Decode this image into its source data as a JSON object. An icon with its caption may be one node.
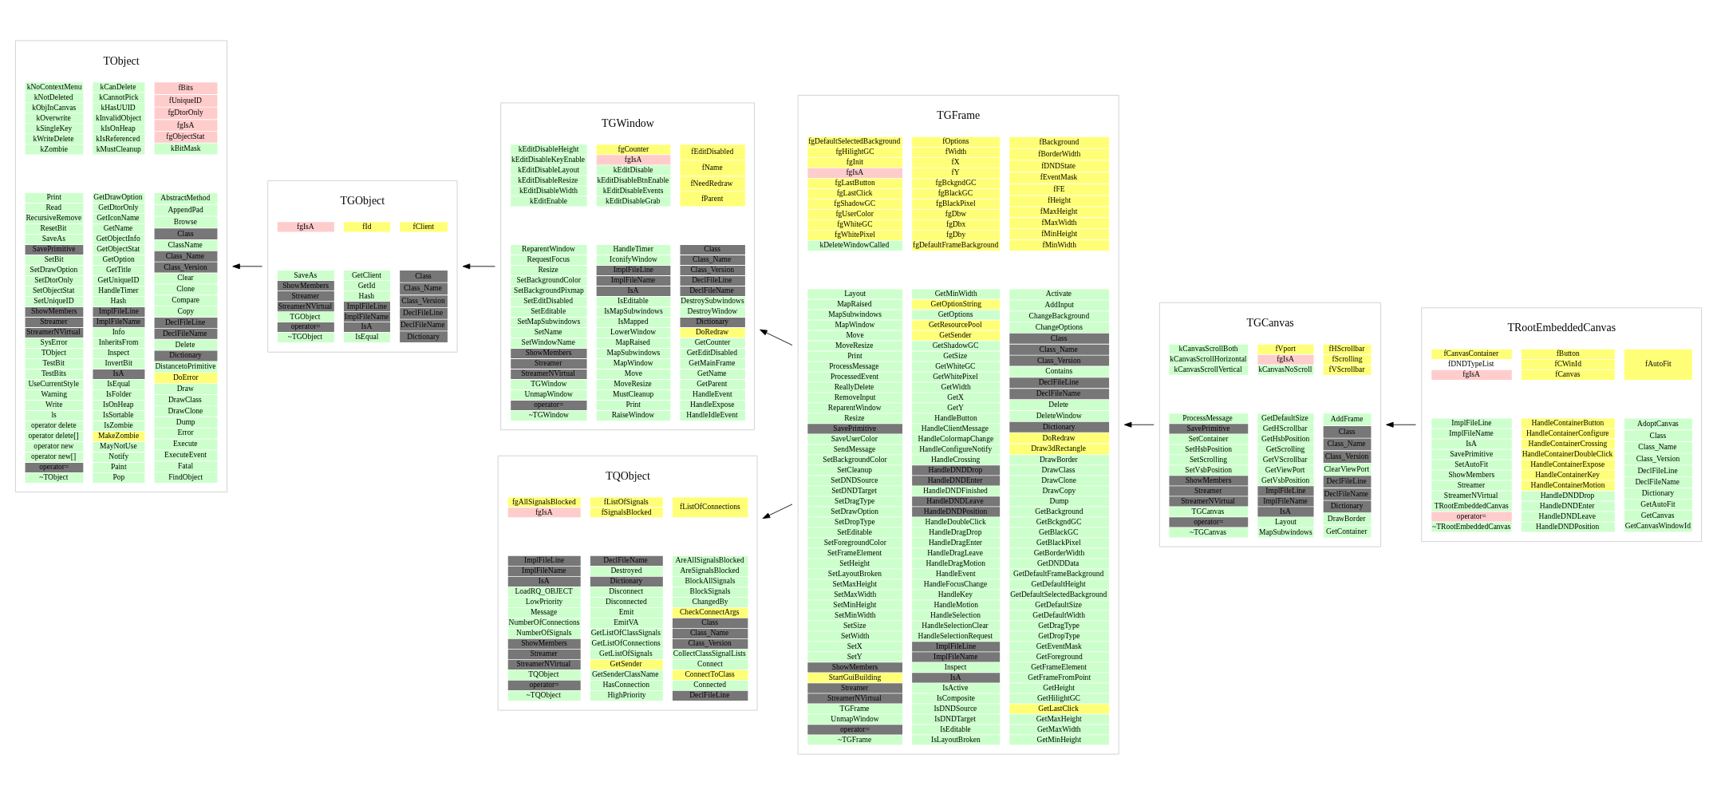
{
  "diagram": {
    "nodes": [
      {
        "text": [
          "TObject",
          "kNoContextMenu",
          "kNotDeleted",
          "kObjInCanvas",
          "kOverwrite",
          "kSingleKey",
          "kWriteDelete",
          "kZombie",
          "kCanDelete",
          "kCannotPick",
          "kHasUUID",
          "kInvalidObject",
          "kIsOnHeap",
          "kIsReferenced",
          "kMustCleanup",
          "fBits",
          "fUniqueID",
          "fgDtorOnly",
          "fgIsA",
          "fgObjectStat",
          "kBitMask",
          "Print",
          "Read",
          "RecursiveRemove",
          "ResetBit",
          "SaveAs",
          "SavePrimitive",
          "SetBit",
          "SetDrawOption",
          "SetDtorOnly",
          "SetObjectStat",
          "SetUniqueID",
          "ShowMembers",
          "Streamer",
          "StreamerNVirtual",
          "SysError",
          "TObject",
          "TestBit",
          "TestBits",
          "UseCurrentStyle",
          "Warning",
          "Write",
          "ls",
          "operator delete",
          "operator delete[]",
          "operator new",
          "operator new[]",
          "operator=",
          "~TObject",
          "GetDrawOption",
          "GetDtorOnly",
          "GetIconName",
          "GetName",
          "GetObjectInfo",
          "GetObjectStat",
          "GetOption",
          "GetTitle",
          "GetUniqueID",
          "HandleTimer",
          "Hash",
          "ImplFileLine",
          "ImplFileName",
          "Info",
          "InheritsFrom",
          "Inspect",
          "InvertBit",
          "IsA",
          "IsEqual",
          "IsFolder",
          "IsOnHeap",
          "IsSortable",
          "IsZombie",
          "MakeZombie",
          "MayNotUse",
          "Notify",
          "Paint",
          "Pop",
          "AbstractMethod",
          "AppendPad",
          "Browse",
          "Class",
          "ClassName",
          "Class_Name",
          "Class_Version",
          "Clear",
          "Clone",
          "Compare",
          "Copy",
          "DeclFileLine",
          "DeclFileName",
          "Delete",
          "Dictionary",
          "DistancetoPrimitive",
          "DoError",
          "Draw",
          "DrawClass",
          "DrawClone",
          "Dump",
          "Error",
          "Execute",
          "ExecuteEvent",
          "Fatal",
          "FindObject"
        ]
      },
      {
        "text": [
          "TGObject",
          "fgIsA",
          "fId",
          "fClient",
          "SaveAs",
          "ShowMembers",
          "Streamer",
          "StreamerNVirtual",
          "TGObject",
          "operator=",
          "~TGObject",
          "GetClient",
          "GetId",
          "Hash",
          "ImplFileLine",
          "ImplFileName",
          "IsA",
          "IsEqual",
          "Class",
          "Class_Name",
          "Class_Version",
          "DeclFileLine",
          "DeclFileName",
          "Dictionary"
        ]
      },
      {
        "text": [
          "TGWindow",
          "kEditDisableHeight",
          "kEditDisableKeyEnable",
          "kEditDisableLayout",
          "kEditDisableResize",
          "kEditDisableWidth",
          "kEditEnable",
          "fgCounter",
          "fgIsA",
          "kEditDisable",
          "kEditDisableBtnEnable",
          "kEditDisableEvents",
          "kEditDisableGrab",
          "fEditDisabled",
          "fName",
          "fNeedRedraw",
          "fParent",
          "ReparentWindow",
          "RequestFocus",
          "Resize",
          "SetBackgroundColor",
          "SetBackgroundPixmap",
          "SetEditDisabled",
          "SetEditable",
          "SetMapSubwindows",
          "SetName",
          "SetWindowName",
          "ShowMembers",
          "Streamer",
          "StreamerNVirtual",
          "TGWindow",
          "UnmapWindow",
          "operator=",
          "~TGWindow",
          "HandleTimer",
          "IconifyWindow",
          "ImplFileLine",
          "ImplFileName",
          "IsA",
          "IsEditable",
          "IsMapSubwindows",
          "IsMapped",
          "LowerWindow",
          "MapRaised",
          "MapSubwindows",
          "MapWindow",
          "Move",
          "MoveResize",
          "MustCleanup",
          "Print",
          "RaiseWindow",
          "Class",
          "Class_Name",
          "Class_Version",
          "DeclFileLine",
          "DeclFileName",
          "DestroySubwindows",
          "DestroyWindow",
          "Dictionary",
          "DoRedraw",
          "GetCounter",
          "GetEditDisabled",
          "GetMainFrame",
          "GetName",
          "GetParent",
          "HandleEvent",
          "HandleExpose",
          "HandleIdleEvent"
        ]
      },
      {
        "text": [
          "TQObject",
          "fgAllSignalsBlocked",
          "fgIsA",
          "fListOfSignals",
          "fSignalsBlocked",
          "fListOfConnections",
          "ImplFileLine",
          "ImplFileName",
          "IsA",
          "LoadRQ_OBJECT",
          "LowPriority",
          "Message",
          "NumberOfConnections",
          "NumberOfSignals",
          "ShowMembers",
          "Streamer",
          "StreamerNVirtual",
          "TQObject",
          "operator=",
          "~TQObject",
          "DeclFileName",
          "Destroyed",
          "Dictionary",
          "Disconnect",
          "Disconnected",
          "Emit",
          "EmitVA",
          "GetListOfClassSignals",
          "GetListOfConnections",
          "GetListOfSignals",
          "GetSender",
          "GetSenderClassName",
          "HasConnection",
          "HighPriority",
          "AreAllSignalsBlocked",
          "AreSignalsBlocked",
          "BlockAllSignals",
          "BlockSignals",
          "ChangedBy",
          "CheckConnectArgs",
          "Class",
          "Class_Name",
          "Class_Version",
          "CollectClassSignalLists",
          "Connect",
          "ConnectToClass",
          "Connected",
          "DeclFileLine"
        ]
      },
      {
        "text": [
          "TGFrame",
          "fgDefaultSelectedBackground",
          "fgHilightGC",
          "fgInit",
          "fgIsA",
          "fgLastButton",
          "fgLastClick",
          "fgShadowGC",
          "fgUserColor",
          "fgWhiteGC",
          "fgWhitePixel",
          "kDeleteWindowCalled",
          "fOptions",
          "fWidth",
          "fX",
          "fY",
          "fgBckgndGC",
          "fgBlackGC",
          "fgBlackPixel",
          "fgDbw",
          "fgDbx",
          "fgDby",
          "fgDefaultFrameBackground",
          "fBackground",
          "fBorderWidth",
          "fDNDState",
          "fEventMask",
          "fFE",
          "fHeight",
          "fMaxHeight",
          "fMaxWidth",
          "fMinHeight",
          "fMinWidth",
          "Layout",
          "MapRaised",
          "MapSubwindows",
          "MapWindow",
          "Move",
          "MoveResize",
          "Print",
          "ProcessMessage",
          "ProcessedEvent",
          "ReallyDelete",
          "RemoveInput",
          "ReparentWindow",
          "Resize",
          "SavePrimitive",
          "SaveUserColor",
          "SendMessage",
          "SetBackgroundColor",
          "SetCleanup",
          "SetDNDSource",
          "SetDNDTarget",
          "SetDragType",
          "SetDrawOption",
          "SetDropType",
          "SetEditable",
          "SetForegroundColor",
          "SetFrameElement",
          "SetHeight",
          "SetLayoutBroken",
          "SetMaxHeight",
          "SetMaxWidth",
          "SetMinHeight",
          "SetMinWidth",
          "SetSize",
          "SetWidth",
          "SetX",
          "SetY",
          "ShowMembers",
          "StartGuiBuilding",
          "Streamer",
          "StreamerNVirtual",
          "TGFrame",
          "UnmapWindow",
          "operator=",
          "~TGFrame",
          "GetMinWidth",
          "GetOptionString",
          "GetOptions",
          "GetResourcePool",
          "GetSender",
          "GetShadowGC",
          "GetSize",
          "GetWhiteGC",
          "GetWhitePixel",
          "GetWidth",
          "GetX",
          "GetY",
          "HandleButton",
          "HandleClientMessage",
          "HandleColormapChange",
          "HandleConfigureNotify",
          "HandleCrossing",
          "HandleDNDDrop",
          "HandleDNDEnter",
          "HandleDNDFinished",
          "HandleDNDLeave",
          "HandleDNDPosition",
          "HandleDoubleClick",
          "HandleDragDrop",
          "HandleDragEnter",
          "HandleDragLeave",
          "HandleDragMotion",
          "HandleEvent",
          "HandleFocusChange",
          "HandleKey",
          "HandleMotion",
          "HandleSelection",
          "HandleSelectionClear",
          "HandleSelectionRequest",
          "ImplFileLine",
          "ImplFileName",
          "Inspect",
          "IsA",
          "IsActive",
          "IsComposite",
          "IsDNDSource",
          "IsDNDTarget",
          "IsEditable",
          "IsLayoutBroken",
          "Activate",
          "AddInput",
          "ChangeBackground",
          "ChangeOptions",
          "Class",
          "Class_Name",
          "Class_Version",
          "Contains",
          "DeclFileLine",
          "DeclFileName",
          "Delete",
          "DeleteWindow",
          "Dictionary",
          "DoRedraw",
          "Draw3dRectangle",
          "DrawBorder",
          "DrawClass",
          "DrawClone",
          "DrawCopy",
          "Dump",
          "GetBackground",
          "GetBckgndGC",
          "GetBlackGC",
          "GetBlackPixel",
          "GetBorderWidth",
          "GetDNDData",
          "GetDefaultFrameBackground",
          "GetDefaultHeight",
          "GetDefaultSelectedBackground",
          "GetDefaultSize",
          "GetDefaultWidth",
          "GetDragType",
          "GetDropType",
          "GetEventMask",
          "GetForeground",
          "GetFrameElement",
          "GetFrameFromPoint",
          "GetHeight",
          "GetHilightGC",
          "GetLastClick",
          "GetMaxHeight",
          "GetMaxWidth",
          "GetMinHeight"
        ]
      },
      {
        "text": [
          "TGCanvas",
          "kCanvasScrollBoth",
          "kCanvasScrollHorizontal",
          "kCanvasScrollVertical",
          "fVport",
          "fgIsA",
          "kCanvasNoScroll",
          "fHScrollbar",
          "fScrolling",
          "fVScrollbar",
          "ProcessMessage",
          "SavePrimitive",
          "SetContainer",
          "SetHsbPosition",
          "SetScrolling",
          "SetVsbPosition",
          "ShowMembers",
          "Streamer",
          "StreamerNVirtual",
          "TGCanvas",
          "operator=",
          "~TGCanvas",
          "GetDefaultSize",
          "GetHScrollbar",
          "GetHsbPosition",
          "GetScrolling",
          "GetVScrollbar",
          "GetViewPort",
          "GetVsbPosition",
          "ImplFileLine",
          "ImplFileName",
          "IsA",
          "Layout",
          "MapSubwindows",
          "AddFrame",
          "Class",
          "Class_Name",
          "Class_Version",
          "ClearViewPort",
          "DeclFileLine",
          "DeclFileName",
          "Dictionary",
          "DrawBorder",
          "GetContainer"
        ]
      },
      {
        "text": [
          "TRootEmbeddedCanvas",
          "fCanvasContainer",
          "fDNDTypeList",
          "fgIsA",
          "fButton",
          "fCWinId",
          "fCanvas",
          "fAutoFit",
          "ImplFileLine",
          "ImplFileName",
          "IsA",
          "SavePrimitive",
          "SetAutoFit",
          "ShowMembers",
          "Streamer",
          "StreamerNVirtual",
          "TRootEmbeddedCanvas",
          "operator=",
          "~TRootEmbeddedCanvas",
          "HandleContainerButton",
          "HandleContainerConfigure",
          "HandleContainerCrossing",
          "HandleContainerDoubleClick",
          "HandleContainerExpose",
          "HandleContainerKey",
          "HandleContainerMotion",
          "HandleDNDDrop",
          "HandleDNDEnter",
          "HandleDNDLeave",
          "HandleDNDPosition",
          "AdoptCanvas",
          "Class",
          "Class_Name",
          "Class_Version",
          "DeclFileLine",
          "DeclFileName",
          "Dictionary",
          "GetAutoFit",
          "GetCanvas",
          "GetCanvasWindowId"
        ]
      }
    ],
    "edges": [
      {
        "from": 1,
        "to": 0,
        "arrow": "to"
      },
      {
        "from": 2,
        "to": 1,
        "arrow": "to"
      },
      {
        "from": 4,
        "to": 2,
        "arrow": "to"
      },
      {
        "from": 4,
        "to": 3,
        "arrow": "to"
      },
      {
        "from": 5,
        "to": 4,
        "arrow": "to"
      },
      {
        "from": 6,
        "to": 5,
        "arrow": "to"
      }
    ]
  }
}
